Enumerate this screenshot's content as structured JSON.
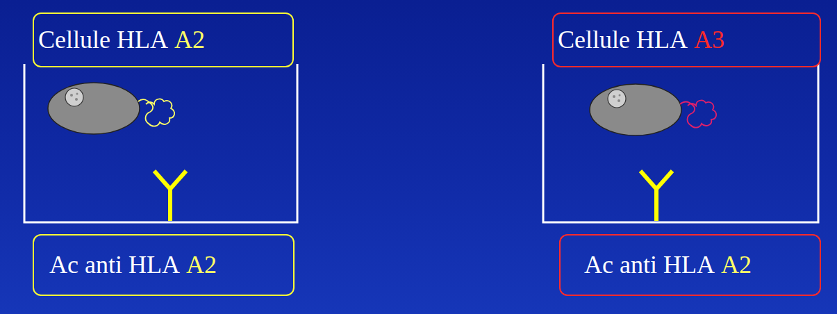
{
  "diagram": {
    "nodes": [
      {
        "text": [
          "Cellule HLA",
          "A2"
        ]
      },
      {
        "text": [
          "Cellule HLA",
          "A3"
        ]
      },
      {
        "text": [
          "Ac anti HLA",
          "A2"
        ]
      },
      {
        "text": [
          "Ac anti HLA",
          "A2"
        ]
      }
    ]
  }
}
